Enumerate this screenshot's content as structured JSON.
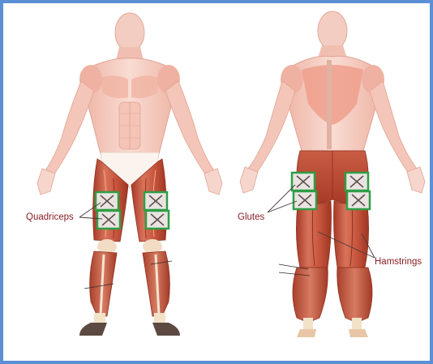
{
  "labels": {
    "quadriceps": "Quadriceps",
    "glutes": "Glutes",
    "hamstrings": "Hamstrings"
  },
  "colors": {
    "frame_border": "#5b8fd6",
    "skin": "#f6d2c7",
    "skin_shadow": "#e9a596",
    "muscle_light": "#ec9580",
    "muscle_dark": "#b1442f",
    "muscle_mid": "#cf6a51",
    "tendon": "#f2e1c9",
    "electrode_border": "#2f9e45",
    "label_text": "#8a1f24",
    "pointer_line": "#4a3a3a"
  },
  "icons": [
    "electrode-pad-icon"
  ]
}
